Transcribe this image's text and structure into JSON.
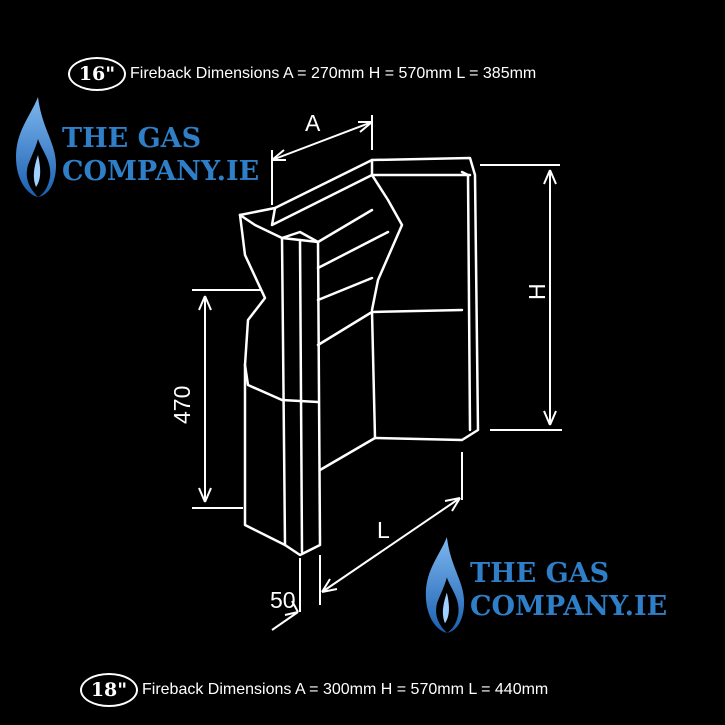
{
  "spec16": {
    "size": "16\"",
    "text": "Fireback Dimensions A = 270mm H = 570mm L = 385mm"
  },
  "spec18": {
    "size": "18\"",
    "text": "Fireback Dimensions A = 300mm H = 570mm L = 440mm"
  },
  "logo": {
    "line1": "THE GAS",
    "line2": "COMPANY.IE",
    "icon": "flame-icon",
    "color": "#2f7fc8"
  },
  "dimensions": {
    "a": "A",
    "h": "H",
    "l": "L",
    "height_470": "470",
    "depth_50": "50"
  }
}
